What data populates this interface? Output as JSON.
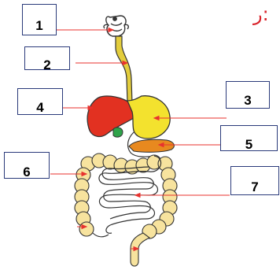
{
  "corner_text": "ر:",
  "labels": [
    "1",
    "2",
    "3",
    "4",
    "5",
    "6",
    "7"
  ],
  "colors": {
    "pointer": "#e8322e",
    "box_border": "#2a3a7a",
    "stomach": "#f3e22e",
    "esophagus": "#e3cd3c",
    "liver": "#e23121",
    "pancreas": "#e8891f",
    "gallbladder": "#2fa34a",
    "large_intestine": "#f7e39e",
    "small_intestine": "#ffffff",
    "outline": "#333333"
  }
}
